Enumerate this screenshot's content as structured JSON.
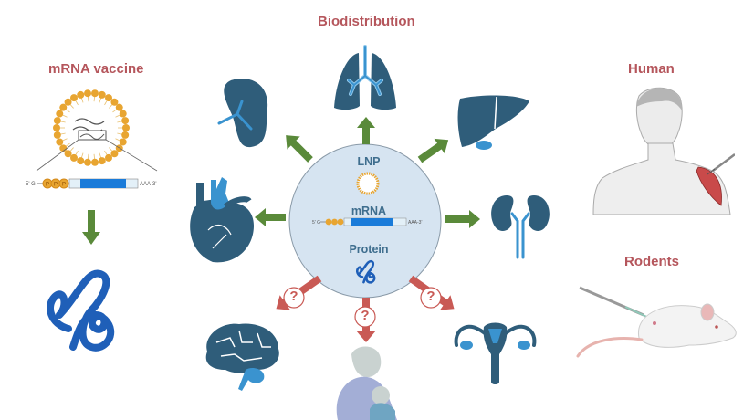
{
  "titles": {
    "mrna_vaccine": "mRNA vaccine",
    "biodistribution": "Biodistribution",
    "human": "Human",
    "rodents": "Rodents"
  },
  "center": {
    "lnp": "LNP",
    "mrna": "mRNA",
    "protein": "Protein"
  },
  "mrna_construct": {
    "five_prime": "5' G",
    "cap": [
      "P",
      "P",
      "P"
    ],
    "three_prime": "AAA-3'"
  },
  "question_mark": "?",
  "organs_confirmed": [
    "spleen",
    "lungs",
    "liver",
    "heart",
    "kidneys"
  ],
  "organs_uncertain": [
    "brain",
    "breast milk",
    "reproductive organs"
  ],
  "colors": {
    "title": "#b5565c",
    "organ_dark": "#2f5d7a",
    "organ_light": "#3a93cf",
    "arrow_green": "#5a8a3a",
    "arrow_red": "#c95a55",
    "circle_fill": "#d6e4f1",
    "lnp_gold": "#e8a531",
    "protein_blue": "#1f5fb8"
  }
}
